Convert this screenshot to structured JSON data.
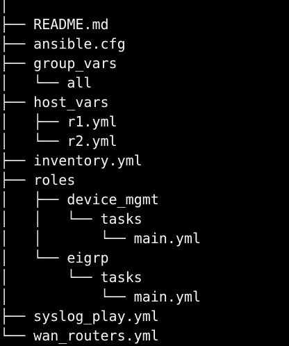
{
  "terminal": {
    "background": "#000000",
    "foreground": "#f2f2f2",
    "rows": [
      {
        "prefix": "│",
        "name": ""
      },
      {
        "prefix": "├── ",
        "name": "README.md"
      },
      {
        "prefix": "├── ",
        "name": "ansible.cfg"
      },
      {
        "prefix": "├── ",
        "name": "group_vars"
      },
      {
        "prefix": "│   └── ",
        "name": "all"
      },
      {
        "prefix": "├── ",
        "name": "host_vars"
      },
      {
        "prefix": "│   ├── ",
        "name": "r1.yml"
      },
      {
        "prefix": "│   └── ",
        "name": "r2.yml"
      },
      {
        "prefix": "├── ",
        "name": "inventory.yml"
      },
      {
        "prefix": "├── ",
        "name": "roles"
      },
      {
        "prefix": "│   ├── ",
        "name": "device_mgmt"
      },
      {
        "prefix": "│   │   └── ",
        "name": "tasks"
      },
      {
        "prefix": "│   │       └── ",
        "name": "main.yml"
      },
      {
        "prefix": "│   └── ",
        "name": "eigrp"
      },
      {
        "prefix": "│       └── ",
        "name": "tasks"
      },
      {
        "prefix": "│           └── ",
        "name": "main.yml"
      },
      {
        "prefix": "├── ",
        "name": "syslog_play.yml"
      },
      {
        "prefix": "└── ",
        "name": "wan_routers.yml"
      }
    ]
  }
}
